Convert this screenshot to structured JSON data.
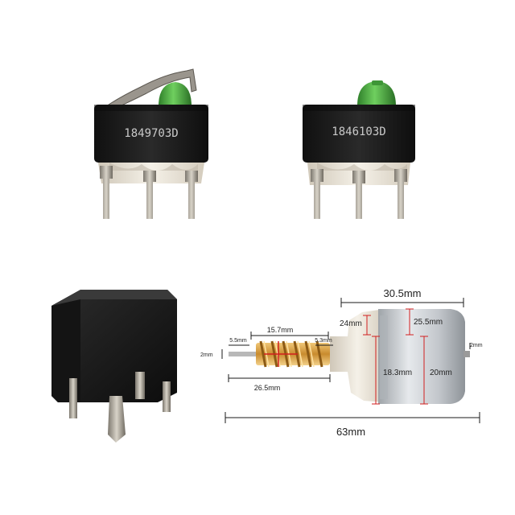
{
  "switch_left": {
    "part_number": "1849703D"
  },
  "switch_right": {
    "part_number": "1846103D"
  },
  "motor": {
    "dimensions": {
      "body_width": "30.5mm",
      "overall_length": "63mm",
      "worm_length": "15.7mm",
      "shaft_length": "26.5mm",
      "shaft_end_left": "5.5mm",
      "shaft_end_right": "5.3mm",
      "shaft_dia_left": "2mm",
      "shaft_dia_right": "2mm",
      "flange_height": "24mm",
      "body_height_top": "25.5mm",
      "body_inner": "18.3mm",
      "body_height": "20mm"
    }
  },
  "colors": {
    "plastic": "#1b1b1b",
    "green_cap": "#4caa44",
    "metal_pin": "#b5b0a5",
    "dim_line_black": "#1a1a1a",
    "dim_line_red": "#d21f1f",
    "brass": "#d9a64a",
    "motor_can": "#c9cdd2",
    "motor_cap": "#e8e2d6"
  }
}
